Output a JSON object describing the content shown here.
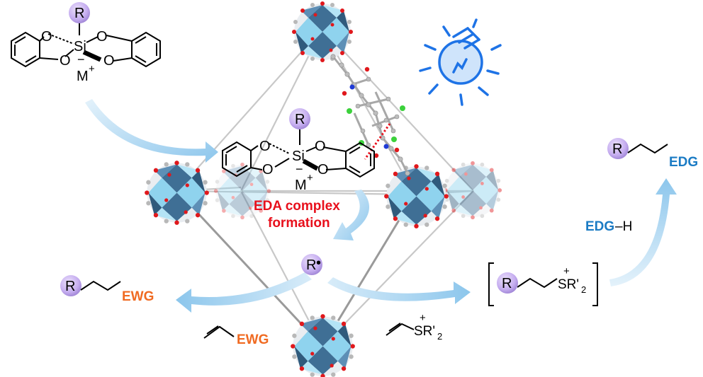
{
  "silicate": {
    "r_label": "R",
    "si_label": "Si",
    "o_label": "O",
    "minus": "−",
    "cation": "M",
    "plus": "+"
  },
  "eda": {
    "line1": "EDA complex",
    "line2": "formation",
    "color": "#e8101c"
  },
  "radical": {
    "label": "R",
    "dot": "•"
  },
  "left_product": {
    "r_label": "R",
    "group": "EWG",
    "color": "#f06a21"
  },
  "left_reagent": {
    "group": "EWG",
    "color": "#f06a21"
  },
  "right_reagent": {
    "group": "SR'",
    "subscript": "2",
    "plus": "+"
  },
  "sulfonium": {
    "r_label": "R",
    "group": "SR'",
    "subscript": "2",
    "plus": "+"
  },
  "nucleophile": {
    "group": "EDG",
    "suffix": "–H",
    "color": "#1b7bc4"
  },
  "final_product": {
    "r_label": "R",
    "group": "EDG",
    "color": "#1b7bc4"
  },
  "colors": {
    "purple": "#c9b3ea",
    "purple_edge": "#9b7fd4",
    "cluster_dark": "#3f6f95",
    "cluster_light": "#8fd3ee",
    "arrow_blue": "#a9d4f0",
    "bulb_blue": "#1e73e6"
  }
}
